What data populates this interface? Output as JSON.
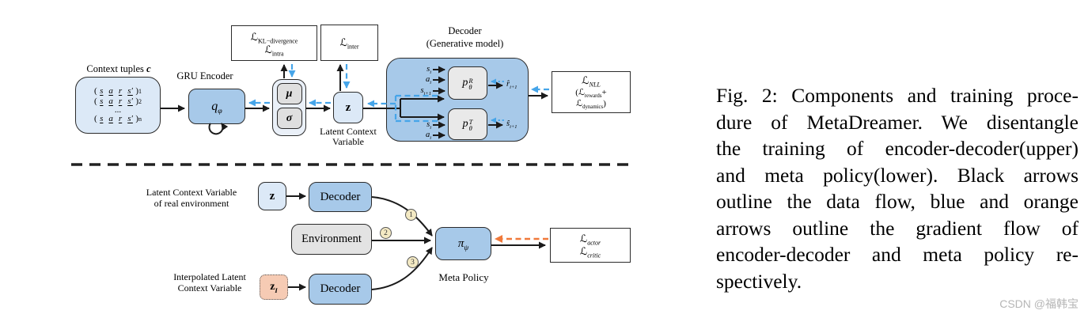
{
  "colors": {
    "box-blue": "#a7c9e9",
    "box-light-blue": "#dce9f7",
    "box-gray": "#dfdfdf",
    "box-pbox": "#e9e9e9",
    "box-env": "#e3e3e3",
    "box-salmon": "#f6cbb4",
    "container-light": "#eaf0f8",
    "badge-fill": "#f3e9c3",
    "arrow-black": "#1a1a1a",
    "arrow-blue": "#46a5e9",
    "arrow-orange": "#f0793a",
    "border-dark": "#2b2b2b"
  },
  "watermark": "CSDN @福韩宝",
  "caption": {
    "lines": [
      "Fig. 2: Components and training proce-",
      "dure of MetaDreamer. We disentangle",
      "the training of encoder-decoder(upper)",
      "and meta policy(lower). Black arrows",
      "outline the data flow, blue and orange",
      "arrows outline the gradient flow of",
      "encoder-decoder and meta policy re-",
      "spectively."
    ]
  },
  "diagram": {
    "context": {
      "label": "Context tuples",
      "label_var": "c",
      "open": "(",
      "close": ")",
      "letters": [
        "s",
        "a",
        "r",
        "s′"
      ],
      "subs": [
        "1",
        "2",
        "n"
      ],
      "dots": "..."
    },
    "gru": {
      "label": "GRU Encoder",
      "base": "q",
      "sub": "φ"
    },
    "mu": "μ",
    "sigma": "σ",
    "loss_kl": {
      "L": "ℒ",
      "sub_kl": "KL−divergence",
      "sub_intra": "intra"
    },
    "loss_inter": {
      "L": "ℒ",
      "sub": "inter"
    },
    "z_top": {
      "label": "z",
      "caption_line1": "Latent Context",
      "caption_line2": "Variable"
    },
    "decoder": {
      "title_line1": "Decoder",
      "title_line2": "(Generative model)",
      "p_reward": {
        "base": "p",
        "sub": "θ",
        "sup": "R"
      },
      "p_transition": {
        "base": "p",
        "sub": "θ",
        "sup": "T"
      },
      "in_s": {
        "base": "s",
        "sub": "i"
      },
      "in_a": {
        "base": "a",
        "sub": "i"
      },
      "in_s_next": {
        "base": "s",
        "sub": "i+1"
      },
      "out_reward": {
        "base": "r̂",
        "sub": "i+1"
      },
      "out_state": {
        "base": "ŝ",
        "sub": "i+1"
      }
    },
    "loss_nll": {
      "L": "ℒ",
      "sub_nll": "NLL",
      "open": "(",
      "sub_rewards": "rewards",
      "plus": "+",
      "sub_dynamics": "dynamics",
      "close": ")"
    },
    "lower": {
      "label_real_line1": "Latent Context Variable",
      "label_real_line2": "of real environment",
      "z": "z",
      "decoder_real": "Decoder",
      "environment": "Environment",
      "label_interp_line1": "Interpolated Latent",
      "label_interp_line2": "Context Variable",
      "z_interp": {
        "base": "z",
        "sub": "I"
      },
      "decoder_interp": "Decoder",
      "pi": {
        "base": "π",
        "sub": "ψ"
      },
      "meta_label": "Meta Policy",
      "loss_ac": {
        "L": "ℒ",
        "sub_actor": "actor",
        "sub_critic": "critic"
      },
      "badges": [
        "1",
        "2",
        "3"
      ]
    }
  }
}
